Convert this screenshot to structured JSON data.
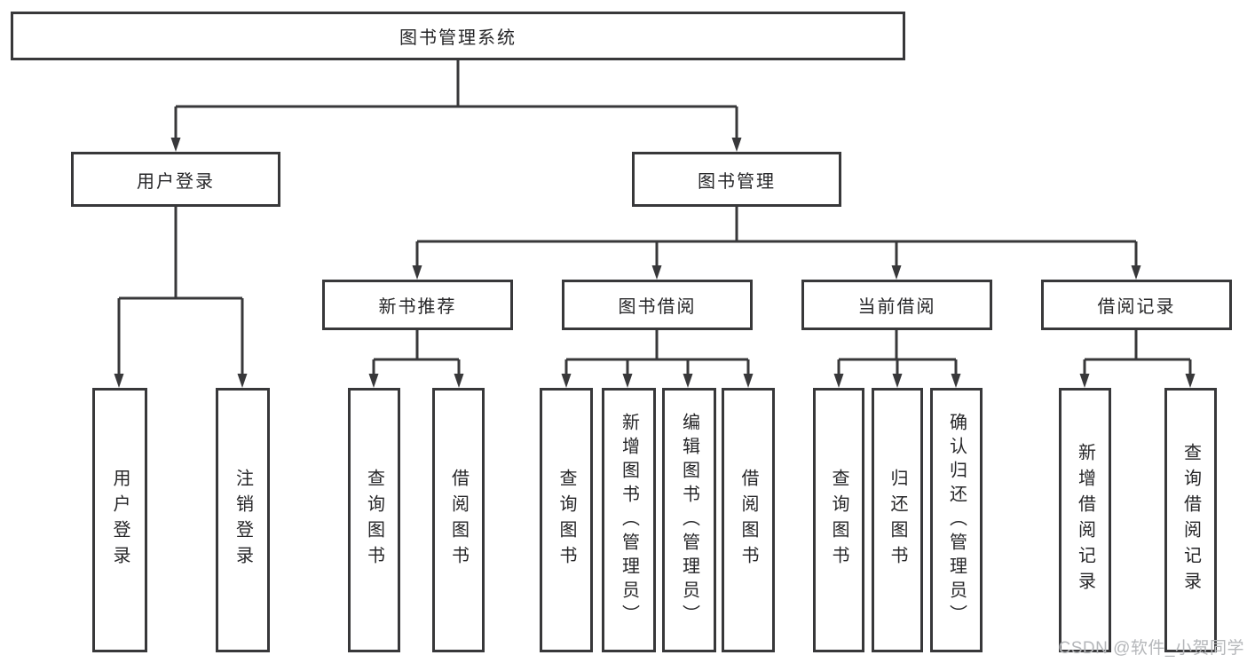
{
  "diagram": {
    "title": "图书管理系统",
    "tree": {
      "root": {
        "label": "图书管理系统",
        "children": [
          {
            "label": "用户登录",
            "children": [
              {
                "label": "用户登录"
              },
              {
                "label": "注销登录"
              }
            ]
          },
          {
            "label": "图书管理",
            "children": [
              {
                "label": "新书推荐",
                "children": [
                  {
                    "label": "查询图书"
                  },
                  {
                    "label": "借阅图书"
                  }
                ]
              },
              {
                "label": "图书借阅",
                "children": [
                  {
                    "label": "查询图书"
                  },
                  {
                    "label": "新增图书（管理员）"
                  },
                  {
                    "label": "编辑图书（管理员）"
                  },
                  {
                    "label": "借阅图书"
                  }
                ]
              },
              {
                "label": "当前借阅",
                "children": [
                  {
                    "label": "查询图书"
                  },
                  {
                    "label": "归还图书"
                  },
                  {
                    "label": "确认归还（管理员）"
                  }
                ]
              },
              {
                "label": "借阅记录",
                "children": [
                  {
                    "label": "新增借阅记录"
                  },
                  {
                    "label": "查询借阅记录"
                  }
                ]
              }
            ]
          }
        ]
      }
    },
    "colors": {
      "background": "#ffffff",
      "box_border": "#38383a",
      "connector_line": "#38383a",
      "text": "#262628",
      "watermark_text": "#b5b7ba"
    }
  },
  "watermark": {
    "text": "CSDN @软件_小贺同学"
  }
}
